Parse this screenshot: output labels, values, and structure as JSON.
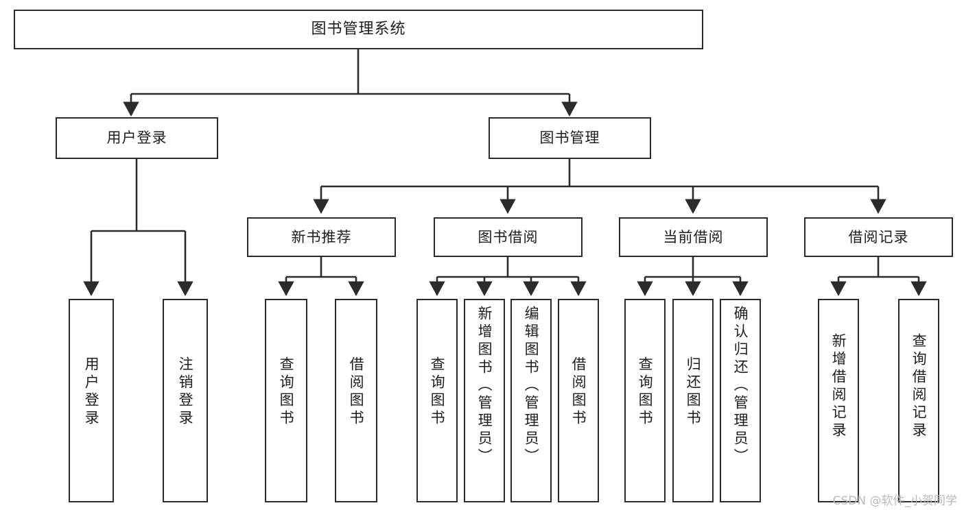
{
  "diagram": {
    "type": "tree-hierarchy-chart",
    "title": "图书管理系统",
    "watermark": "CSDN @软件_小贺同学",
    "colors": {
      "stroke": "#2b2b2b",
      "fill": "#ffffff",
      "text": "#1d1d1d",
      "watermark": "#b9b9b9"
    },
    "nodes": {
      "root": {
        "label": "图书管理系统"
      },
      "level1": [
        {
          "label": "用户登录"
        },
        {
          "label": "图书管理"
        }
      ],
      "level2": [
        {
          "label": "新书推荐"
        },
        {
          "label": "图书借阅"
        },
        {
          "label": "当前借阅"
        },
        {
          "label": "借阅记录"
        }
      ],
      "leaves": {
        "user_login": [
          {
            "label": "用户登录"
          },
          {
            "label": "注销登录"
          }
        ],
        "new_book_recommend": [
          {
            "label": "查询图书"
          },
          {
            "label": "借阅图书"
          }
        ],
        "book_borrow": [
          {
            "label": "查询图书"
          },
          {
            "label": "新增图书（管理员）"
          },
          {
            "label": "编辑图书（管理员）"
          },
          {
            "label": "借阅图书"
          }
        ],
        "current_borrow": [
          {
            "label": "查询图书"
          },
          {
            "label": "归还图书"
          },
          {
            "label": "确认归还（管理员）"
          }
        ],
        "borrow_record": [
          {
            "label": "新增借阅记录"
          },
          {
            "label": "查询借阅记录"
          }
        ]
      }
    }
  }
}
